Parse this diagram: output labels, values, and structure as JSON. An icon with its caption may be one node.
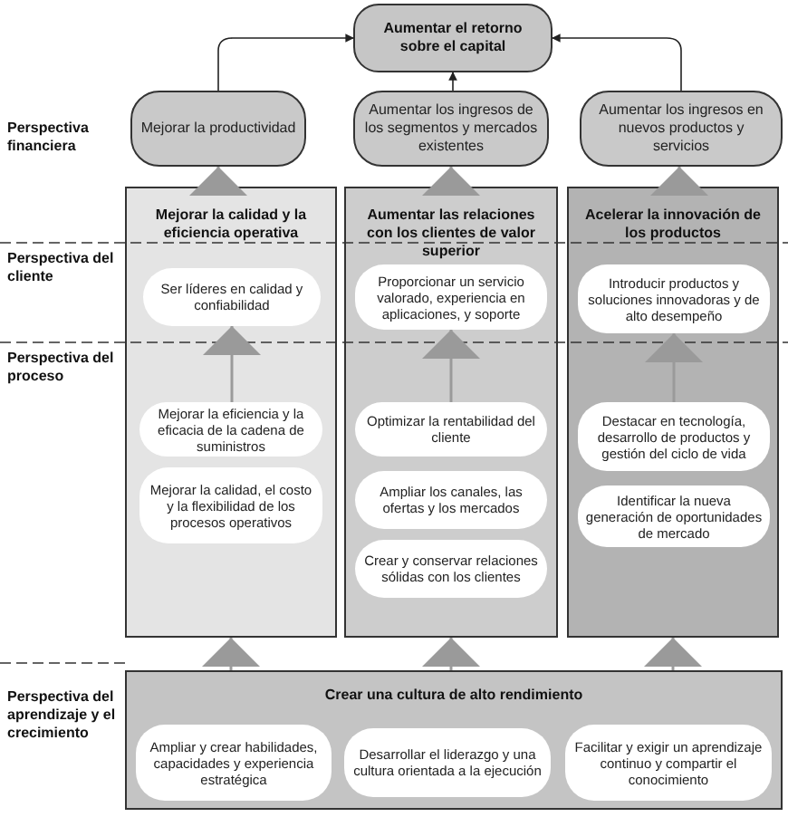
{
  "diagram": {
    "nodes": [
      {
        "text": [
          "Aumentar el retorno sobre el capital"
        ]
      },
      {
        "text": [
          "Mejorar la productividad"
        ]
      },
      {
        "text": [
          "Aumentar los ingresos de los segmentos y mercados existentes"
        ]
      },
      {
        "text": [
          "Aumentar los ingresos en nuevos productos y servicios"
        ]
      },
      {
        "text": [
          "Mejorar la calidad y la eficiencia operativa"
        ]
      },
      {
        "text": [
          "Aumentar las relaciones con los clientes de valor superior"
        ]
      },
      {
        "text": [
          "Acelerar la innovación de los productos"
        ]
      },
      {
        "text": [
          "Ser líderes en calidad y confiabilidad"
        ],
        "in": 4
      },
      {
        "text": [
          "Proporcionar un servicio valorado, experiencia en aplicaciones, y soporte"
        ],
        "in": 5
      },
      {
        "text": [
          "Introducir productos y soluciones innovadoras y de alto desempeño"
        ],
        "in": 6
      },
      {
        "text": [
          "Mejorar la eficiencia y la eficacia de la cadena de suministros"
        ],
        "in": 4
      },
      {
        "text": [
          "Mejorar la calidad, el costo y la flexibilidad de los procesos operativos"
        ],
        "in": 4
      },
      {
        "text": [
          "Optimizar la rentabilidad del cliente"
        ],
        "in": 5
      },
      {
        "text": [
          "Ampliar los canales, las ofertas y los mercados"
        ],
        "in": 5
      },
      {
        "text": [
          "Crear y conservar relaciones sólidas con los clientes"
        ],
        "in": 5
      },
      {
        "text": [
          "Destacar en tecnología, desarrollo de productos y gestión del ciclo de vida"
        ],
        "in": 6
      },
      {
        "text": [
          "Identificar la nueva generación de oportunidades de mercado"
        ],
        "in": 6
      },
      {
        "text": [
          "Crear una cultura de alto rendimiento"
        ]
      },
      {
        "text": [
          "Ampliar y crear habilidades, capacidades y experiencia estratégica"
        ],
        "in": 17
      },
      {
        "text": [
          "Desarrollar el liderazgo y una cultura orientada a la ejecución"
        ],
        "in": 17
      },
      {
        "text": [
          "Facilitar y exigir un aprendizaje continuo y compartir el conocimiento"
        ],
        "in": 17
      }
    ],
    "edges": [
      {
        "from": 1,
        "to": 0,
        "arrow": "to",
        "color": "#222222"
      },
      {
        "from": 2,
        "to": 0,
        "arrow": "to",
        "color": "#222222"
      },
      {
        "from": 3,
        "to": 0,
        "arrow": "to",
        "color": "#222222"
      },
      {
        "from": 4,
        "to": 1,
        "arrow": "to"
      },
      {
        "from": 5,
        "to": 2,
        "arrow": "to"
      },
      {
        "from": 6,
        "to": 3,
        "arrow": "to"
      },
      {
        "from": 10,
        "to": 7,
        "arrow": "to"
      },
      {
        "from": 12,
        "to": 8,
        "arrow": "to"
      },
      {
        "from": 15,
        "to": 9,
        "arrow": "to"
      },
      {
        "from": 17,
        "to": 4,
        "arrow": "to"
      },
      {
        "from": 17,
        "to": 5,
        "arrow": "to"
      },
      {
        "from": 17,
        "to": 6,
        "arrow": "to"
      }
    ],
    "labels": [
      "Perspectiva financiera",
      "Perspectiva del cliente",
      "Perspectiva del proceso",
      "Perspectiva del aprendizaje y el crecimiento"
    ]
  }
}
